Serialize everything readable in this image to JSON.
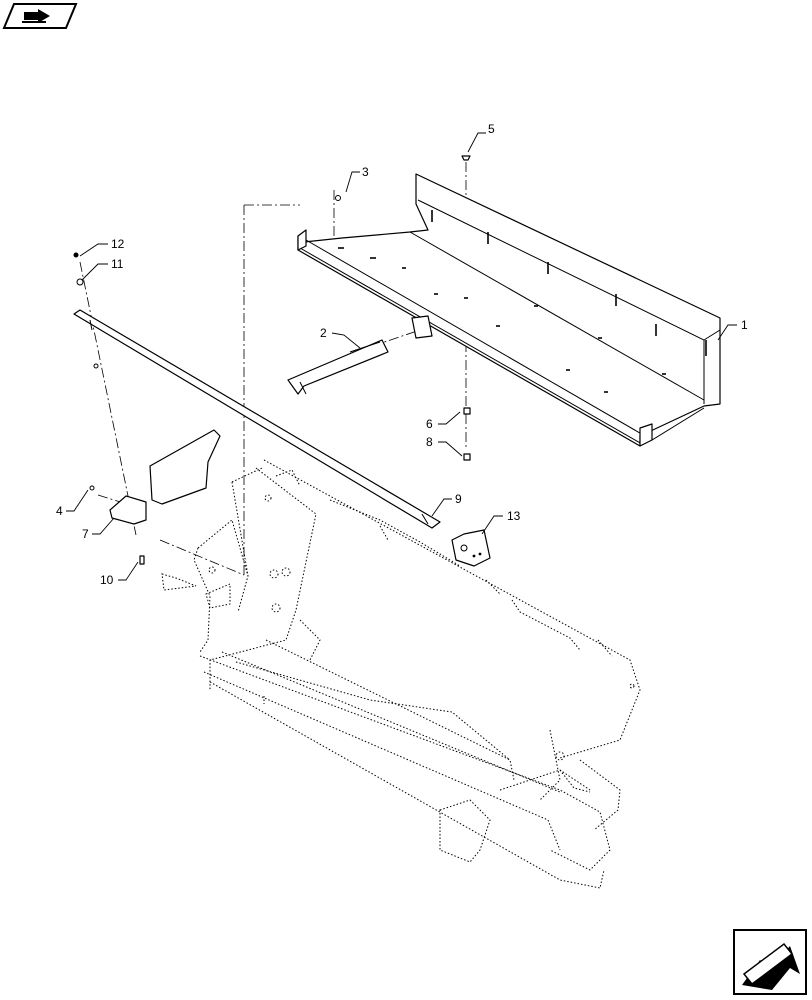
{
  "icons": {
    "top_left": "book-arrow-icon",
    "bottom_right": "next-page-arrow-icon"
  },
  "callouts": [
    {
      "id": "1",
      "label": "1"
    },
    {
      "id": "2",
      "label": "2"
    },
    {
      "id": "3",
      "label": "3"
    },
    {
      "id": "4",
      "label": "4"
    },
    {
      "id": "5",
      "label": "5"
    },
    {
      "id": "6",
      "label": "6"
    },
    {
      "id": "7",
      "label": "7"
    },
    {
      "id": "8",
      "label": "8"
    },
    {
      "id": "9",
      "label": "9"
    },
    {
      "id": "10",
      "label": "10"
    },
    {
      "id": "11",
      "label": "11"
    },
    {
      "id": "12",
      "label": "12"
    },
    {
      "id": "13",
      "label": "13"
    }
  ]
}
